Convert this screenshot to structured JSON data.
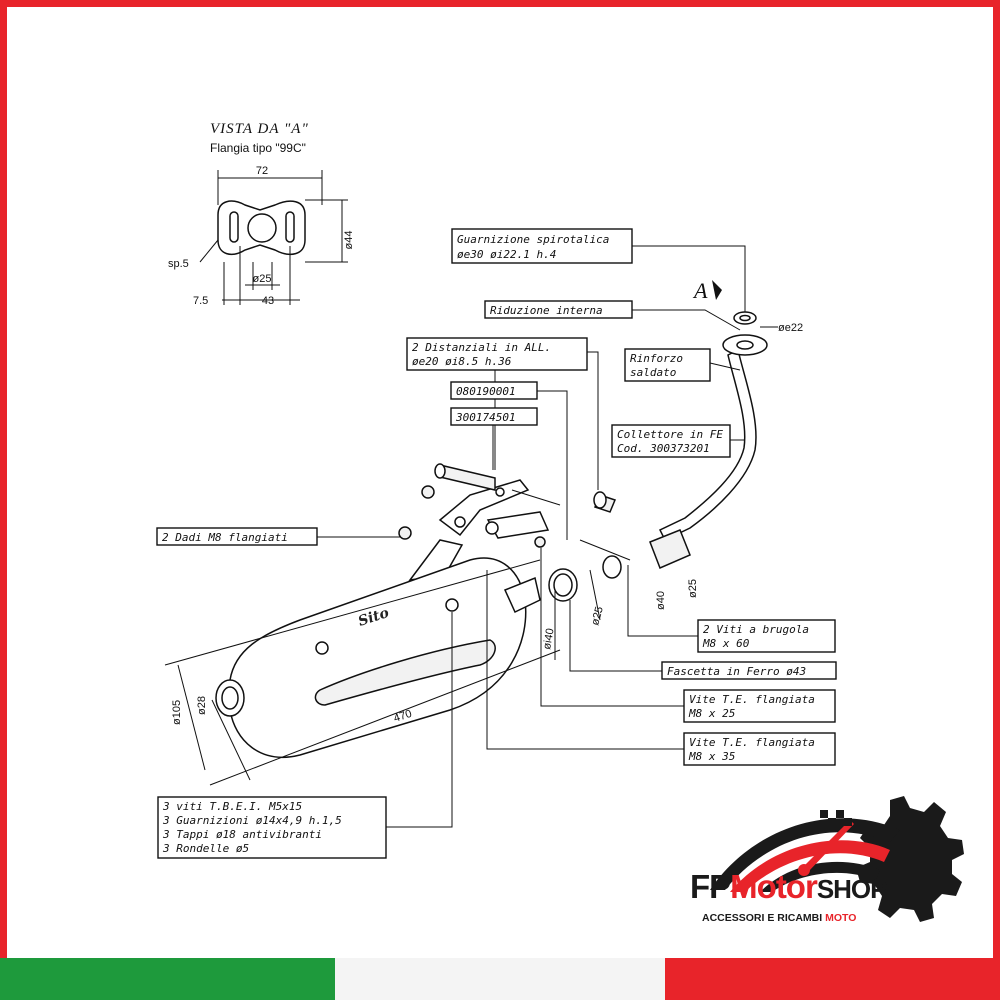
{
  "view": {
    "title": "VISTA DA \"A\"",
    "subtitle": "Flangia tipo \"99C\"",
    "dims": {
      "width": "72",
      "height": "ø44",
      "thickness": "sp.5",
      "bore": "ø25",
      "spacing": "43",
      "edge": "7.5"
    }
  },
  "view_marker": "A",
  "labels": {
    "guarnizione_1": "Guarnizione spirotalica",
    "guarnizione_2": "øe30 øi22.1 h.4",
    "riduzione": "Riduzione interna",
    "e22": "øe22",
    "rinforzo_1": "Rinforzo",
    "rinforzo_2": "saldato",
    "distanziali_1": "2 Distanziali in ALL.",
    "distanziali_2": "øe20 øi8.5 h.36",
    "code1": "080190001",
    "code2": "300174501",
    "collettore_1": "Collettore in FE",
    "collettore_2": "Cod. 300373201",
    "dadi": "2 Dadi M8 flangiati",
    "viti_brugola_1": "2 Viti a brugola",
    "viti_brugola_2": "M8 x 60",
    "fascetta": "Fascetta in Ferro ø43",
    "vite25_1": "Vite T.E. flangiata",
    "vite25_2": "M8 x 25",
    "vite35_1": "Vite T.E. flangiata",
    "vite35_2": "M8 x 35",
    "kit_1": "3 viti T.B.E.I. M5x15",
    "kit_2": "3 Guarnizioni ø14x4,9 h.1,5",
    "kit_3": "3 Tappi ø18 antivibranti",
    "kit_4": "3 Rondelle ø5"
  },
  "dim_labels": {
    "d25a": "ø25",
    "d40": "ø40",
    "d25b": "ø25",
    "di40": "øi40",
    "d105": "ø105",
    "d28": "ø28",
    "l470": "470"
  },
  "brand_on_muffler": "Sito",
  "logo": {
    "fp": "FP",
    "motor": "Motor",
    "shop": "SHOP",
    "sub_a": "ACCESSORI E RICAMBI",
    "sub_b": "MOTO"
  },
  "colors": {
    "frame_red": "#e8242a",
    "flag_green": "#1e9a3c",
    "flag_white": "#f4f4f4",
    "flag_red": "#e8242a"
  }
}
